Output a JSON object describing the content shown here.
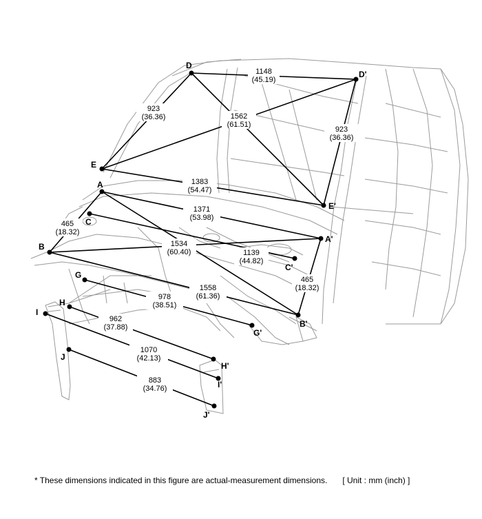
{
  "points": {
    "D": "D",
    "D2": "D'",
    "E": "E",
    "E2": "E'",
    "A": "A",
    "A2": "A'",
    "B": "B",
    "B2": "B'",
    "C": "C",
    "C2": "C'",
    "G": "G",
    "G2": "G'",
    "H": "H",
    "H2": "H'",
    "I": "I",
    "I2": "I'",
    "J": "J",
    "J2": "J'"
  },
  "dimensions": {
    "DD2": {
      "mm": "1148",
      "inch": "(45.19)"
    },
    "DE": {
      "mm": "923",
      "inch": "(36.36)"
    },
    "D2E2": {
      "mm": "923",
      "inch": "(36.36)"
    },
    "DE2_ED2": {
      "mm": "1562",
      "inch": "(61.51)"
    },
    "EE2": {
      "mm": "1383",
      "inch": "(54.47)"
    },
    "AA2": {
      "mm": "1371",
      "inch": "(53.98)"
    },
    "AB": {
      "mm": "465",
      "inch": "(18.32)"
    },
    "AB2_BA2": {
      "mm": "1534",
      "inch": "(60.40)"
    },
    "CC2": {
      "mm": "1139",
      "inch": "(44.82)"
    },
    "A2B2": {
      "mm": "465",
      "inch": "(18.32)"
    },
    "BB2": {
      "mm": "1558",
      "inch": "(61.36)"
    },
    "GG2": {
      "mm": "978",
      "inch": "(38.51)"
    },
    "HH2": {
      "mm": "962",
      "inch": "(37.88)"
    },
    "II2": {
      "mm": "1070",
      "inch": "(42.13)"
    },
    "JJ2": {
      "mm": "883",
      "inch": "(34.76)"
    }
  },
  "footnote": {
    "text": "*  These dimensions indicated in this figure are actual-measurement dimensions.",
    "unit": "[ Unit : mm (inch) ]"
  }
}
